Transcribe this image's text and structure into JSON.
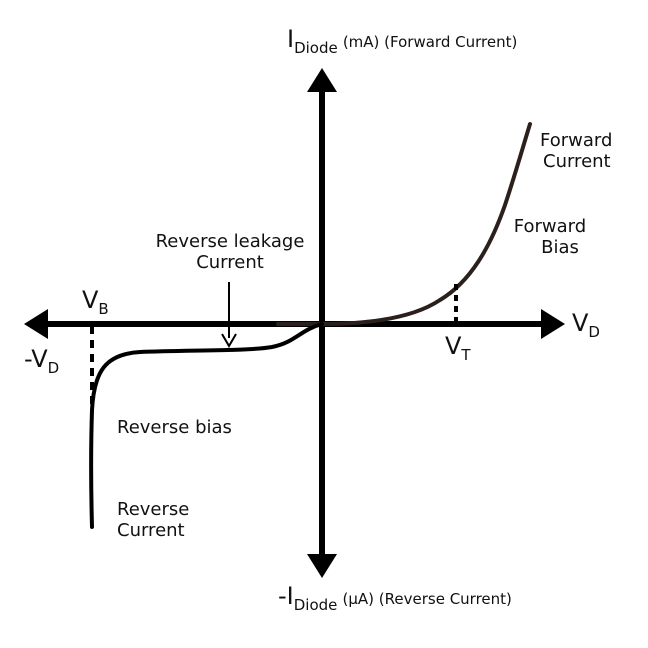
{
  "labels": {
    "y_axis_top": {
      "symbol": "I",
      "sub": "Diode",
      "rest": "(mA) (Forward Current)"
    },
    "y_axis_bottom": {
      "symbol": "-I",
      "sub": "Diode",
      "rest": "(μA) (Reverse Current)"
    },
    "x_axis_right": {
      "symbol": "V",
      "sub": "D"
    },
    "x_axis_left": {
      "symbol": "-V",
      "sub": "D"
    },
    "vb": {
      "symbol": "V",
      "sub": "B"
    },
    "vt": {
      "symbol": "V",
      "sub": "T"
    },
    "forward_current": [
      "Forward",
      "Current"
    ],
    "forward_bias": [
      "Forward",
      "Bias"
    ],
    "reverse_leakage": [
      "Reverse leakage",
      "Current"
    ],
    "reverse_bias": "Reverse bias",
    "reverse_current": [
      "Reverse",
      "Current"
    ]
  },
  "colors": {
    "axis": "#000000",
    "forward_curve": "#2b201c",
    "reverse_curve": "#000000",
    "text": "#111111"
  }
}
